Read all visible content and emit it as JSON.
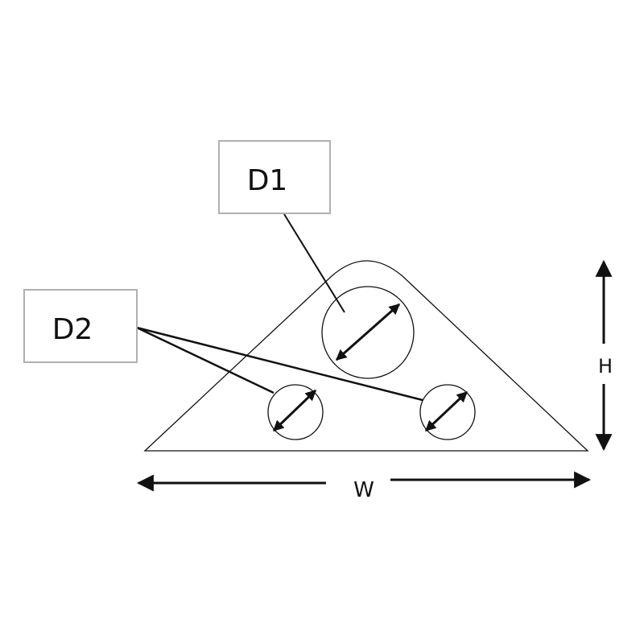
{
  "labels": {
    "d1": "D1",
    "d2": "D2",
    "width": "W",
    "height": "H"
  },
  "colors": {
    "stroke": "#111111",
    "box_border": "#b0b0b0"
  }
}
